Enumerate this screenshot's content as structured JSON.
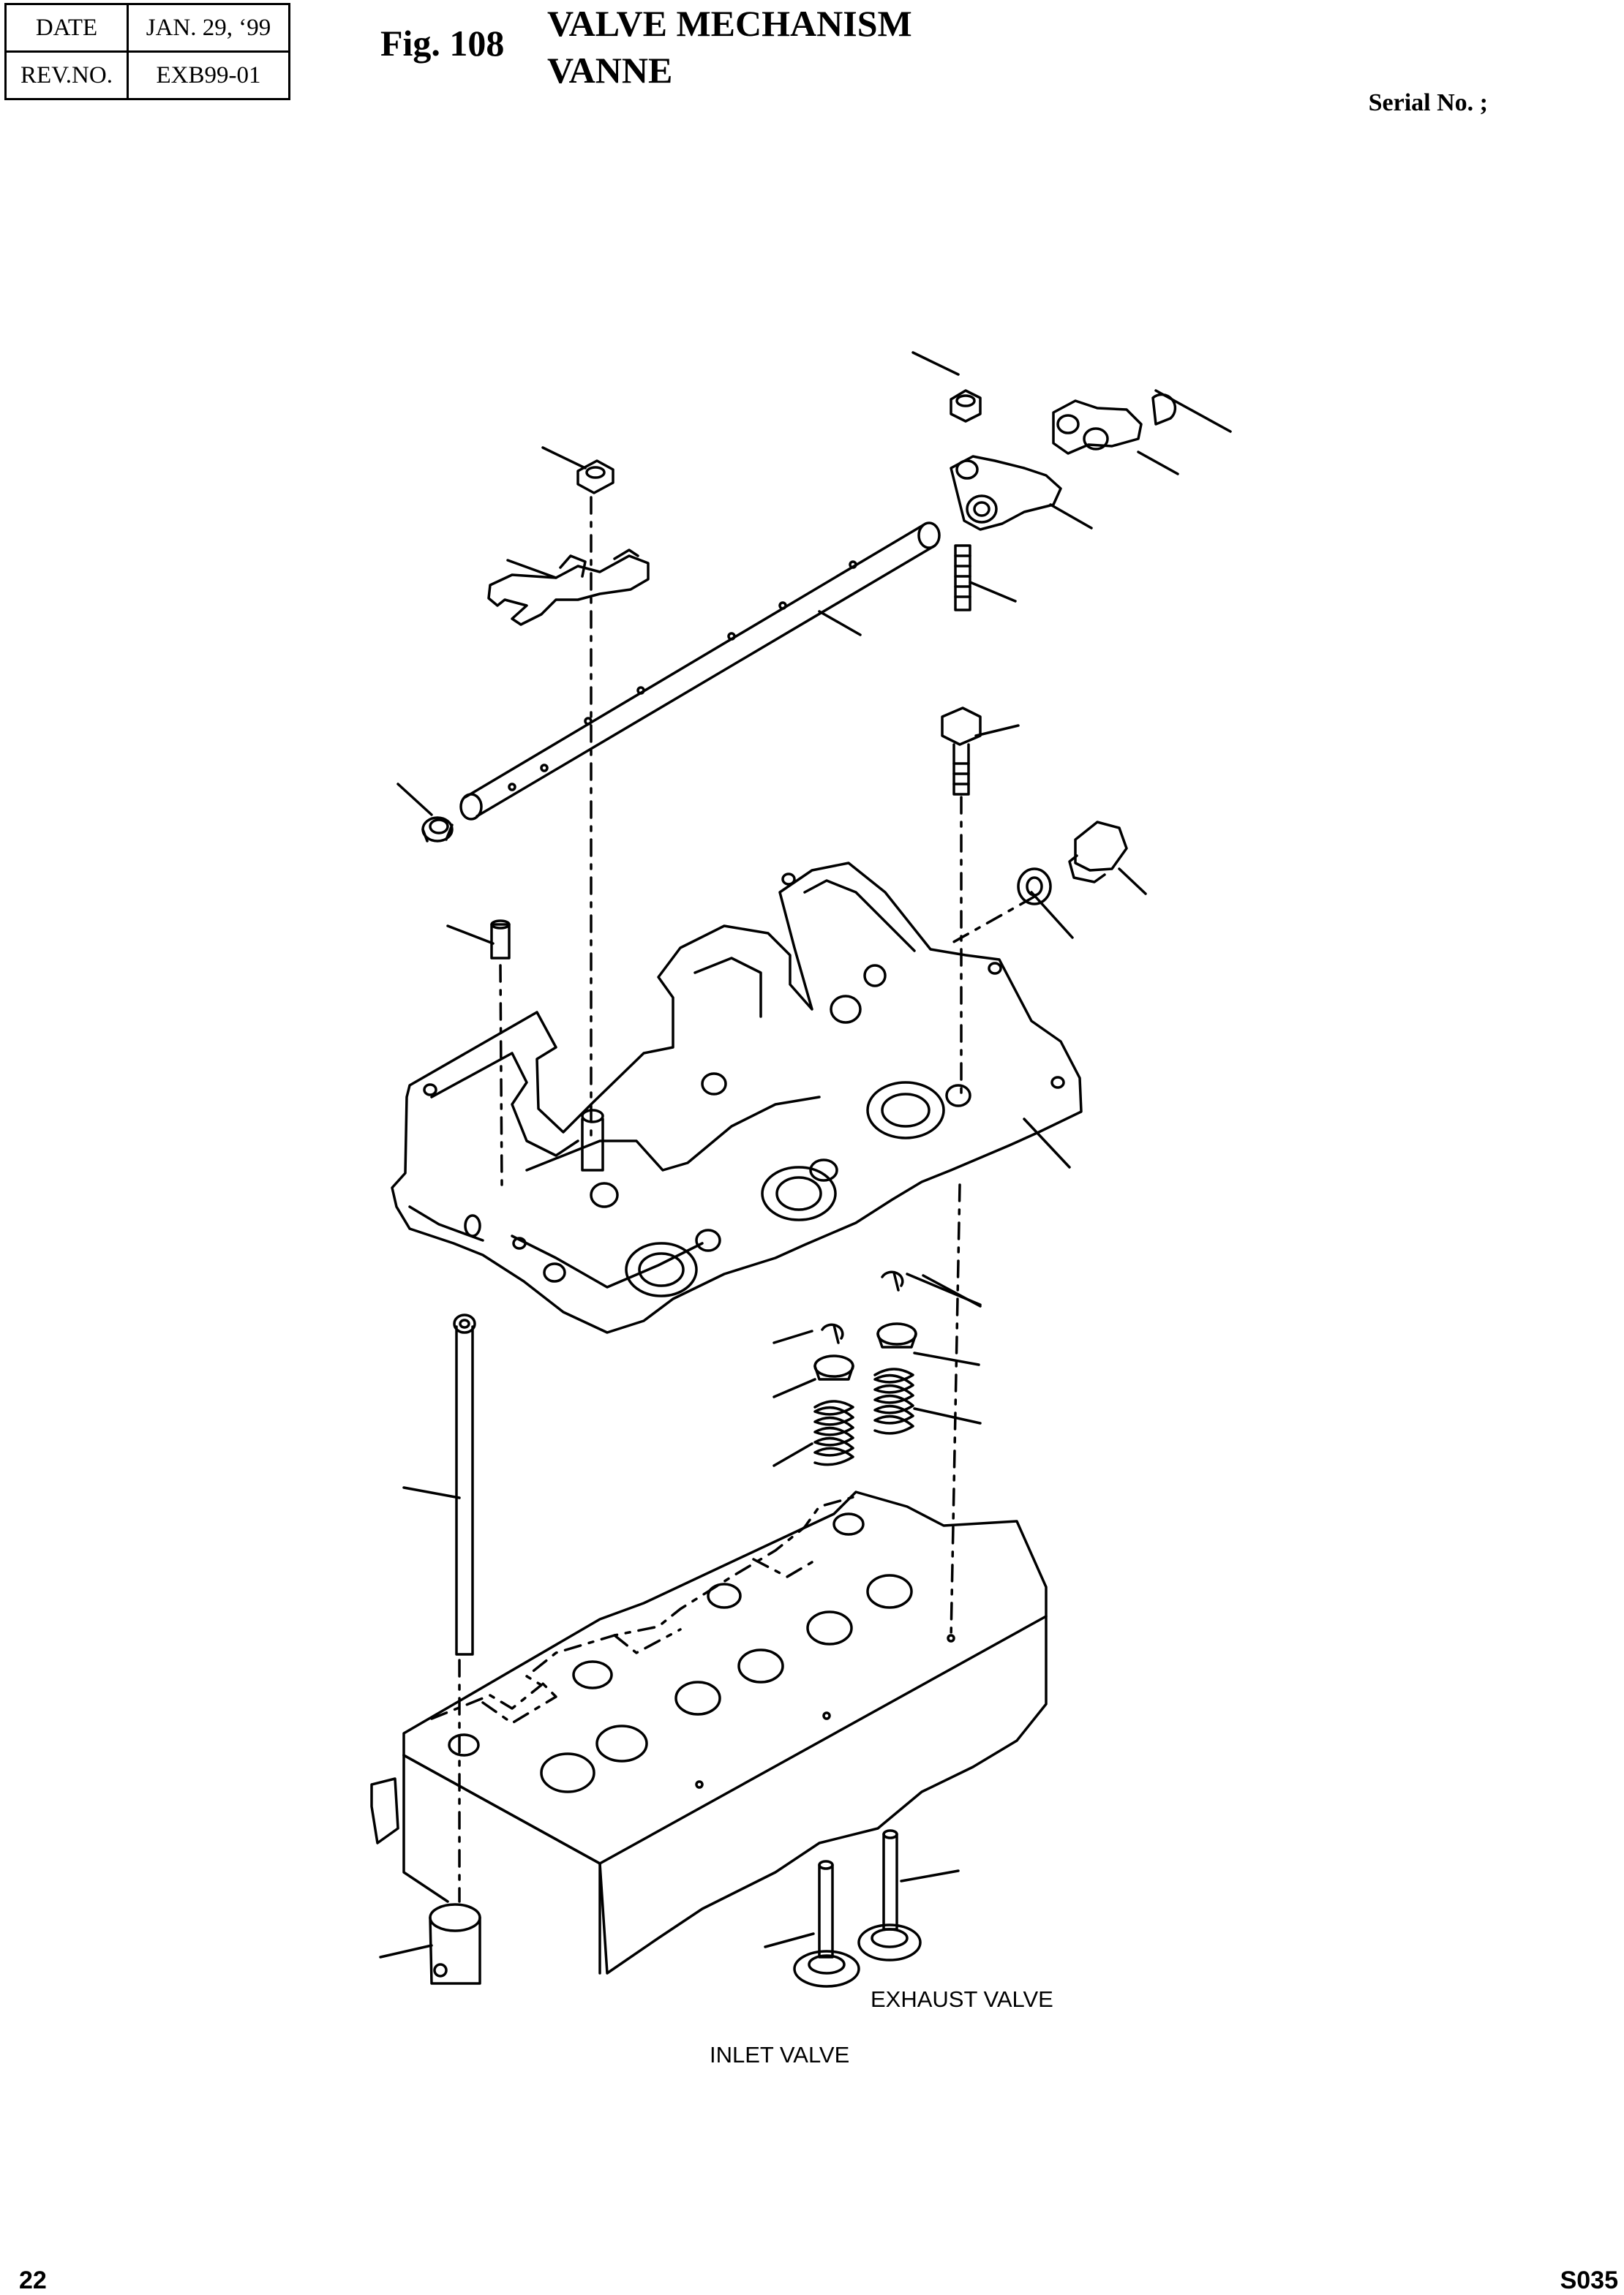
{
  "header": {
    "date_label": "DATE",
    "date_value": "JAN. 29, ‘99",
    "rev_label": "REV.NO.",
    "rev_value": "EXB99-01",
    "fig_number": "Fig. 108",
    "title_en": "VALVE MECHANISM",
    "title_fr": "VANNE",
    "serial": "Serial No. ;"
  },
  "diagram": {
    "labels": {
      "exhaust_valve": "EXHAUST VALVE",
      "inlet_valve": "INLET VALVE"
    }
  },
  "footer": {
    "page_number": "22",
    "code": "S035"
  }
}
